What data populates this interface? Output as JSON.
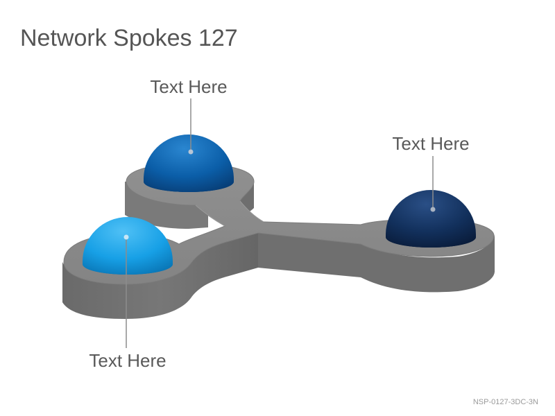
{
  "title": "Network Spokes 127",
  "code": "NSP-0127-3DC-3N",
  "nodes": [
    {
      "label": "Text Here",
      "color": "#0a5fa8"
    },
    {
      "label": "Text Here",
      "color": "#10315e"
    },
    {
      "label": "Text Here",
      "color": "#1aa2e6"
    }
  ],
  "colors": {
    "base_top": "#8a8a8a",
    "base_side": "#6c6c6c",
    "pointer": "#8c8c8c"
  }
}
